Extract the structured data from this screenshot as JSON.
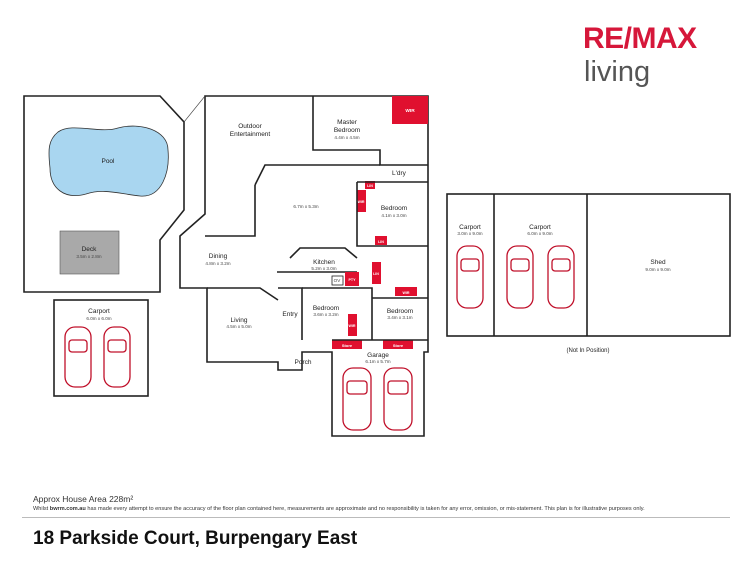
{
  "brand": {
    "line1": "RE/MAX",
    "line2": "living",
    "color": "#d6173a"
  },
  "rooms": {
    "pool": "Pool",
    "outdoor": "Outdoor Entertainment",
    "master": {
      "name": "Master Bedroom",
      "dim": "4.4m x 4.5m"
    },
    "wir": "WIR",
    "ldry": "L'dry",
    "open": {
      "dim": "6.7m x 5.3m"
    },
    "lin1": "LIN",
    "wir2": "WIR",
    "bed2": {
      "name": "Bedroom",
      "dim": "4.1m x 3.0m"
    },
    "lin2": "LIN",
    "dining": {
      "name": "Dining",
      "dim": "4.8m x 3.2m"
    },
    "kitchen": {
      "name": "Kitchen",
      "dim": "5.2m x 3.0m"
    },
    "ov": "OV",
    "pty": "PTY",
    "lin3": "LIN",
    "wir3": "WIR",
    "deck": {
      "name": "Deck",
      "dim": "3.5m x 2.8m"
    },
    "living": {
      "name": "Living",
      "dim": "4.5m x 5.0m"
    },
    "entry": "Entry",
    "bed3": {
      "name": "Bedroom",
      "dim": "3.6m x 3.2m"
    },
    "bed4": {
      "name": "Bedroom",
      "dim": "3.4m x 3.1m"
    },
    "wir4": "WIR",
    "store1": "Store",
    "store2": "Store",
    "porch": "Porch",
    "garage": {
      "name": "Garage",
      "dim": "6.1m x 5.7m"
    },
    "carport_left": {
      "name": "Carport",
      "dim": "6.0m x 6.0m"
    },
    "carport_r1": {
      "name": "Carport",
      "dim": "3.0m x 9.0m"
    },
    "carport_r2": {
      "name": "Carport",
      "dim": "6.0m x 9.0m"
    },
    "shed": {
      "name": "Shed",
      "dim": "9.0m x 9.0m"
    },
    "not_in_position": "(Not In Position)"
  },
  "colors": {
    "accent": "#e0102f",
    "pool": "#a9d6f0",
    "deck": "#a9a9a9"
  },
  "footer": {
    "area": "Approx House Area 228m²",
    "disclaimer_pre": "Whilst ",
    "disclaimer_site": "bwrm.com.au",
    "disclaimer_post": " has made every attempt to ensure the accuracy of the floor plan contained here, measurements are approximate and no responsibility is taken for any error, omission, or mis-statement. This plan is for illustrative purposes only.",
    "address": "18 Parkside Court, Burpengary East"
  }
}
